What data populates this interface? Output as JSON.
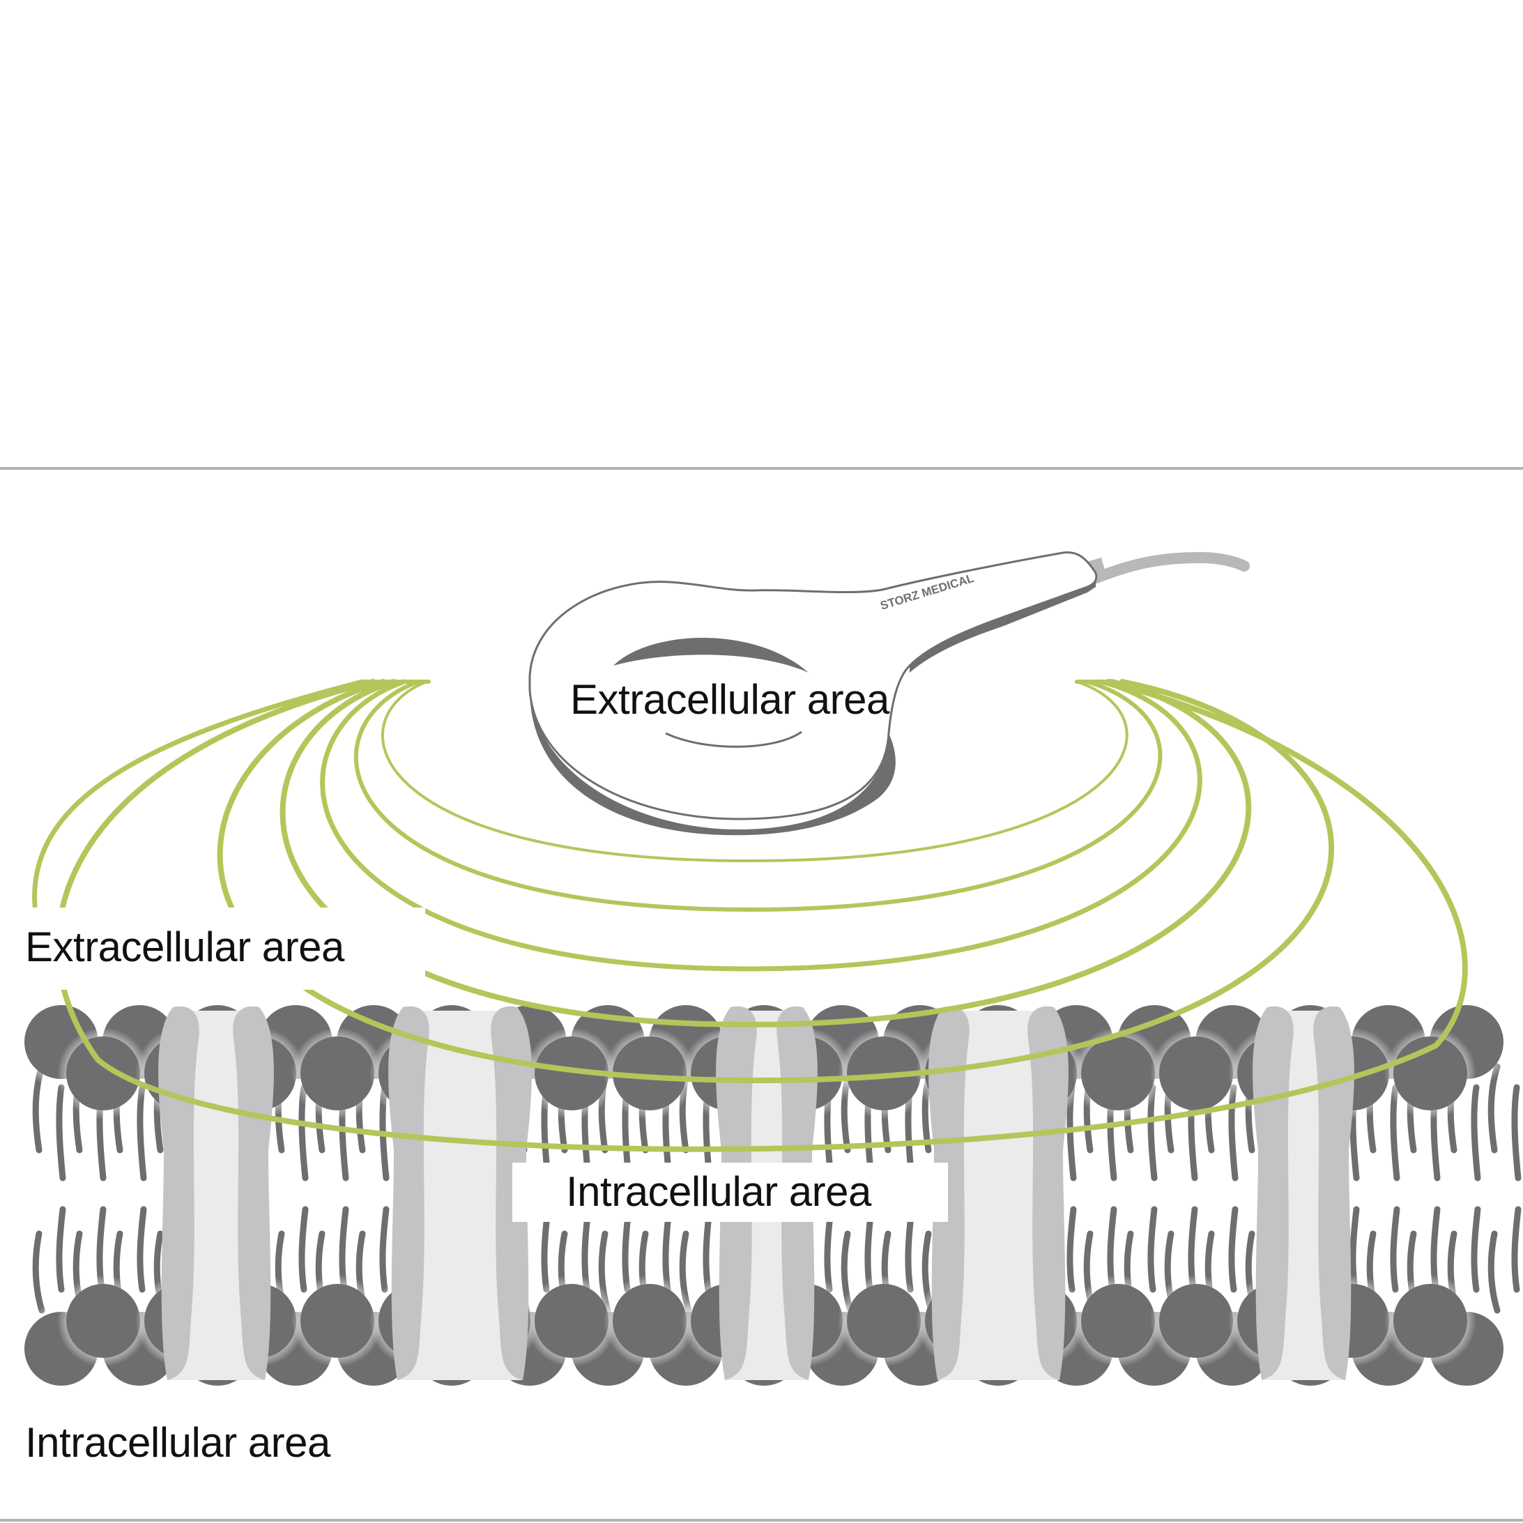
{
  "labels": {
    "device_extracellular": "Extracellular area",
    "left_extracellular": "Extracellular area",
    "center_intracellular": "Intracellular area",
    "bottom_intracellular": "Intracellular area"
  },
  "device": {
    "brand": "STORZ MEDICAL"
  },
  "colors": {
    "wave": "#b5c55a",
    "lipid_head": "#6d6e70",
    "lipid_tail": "#6d6e70",
    "protein_dark": "#c2c3c5",
    "protein_light": "#ebebeb",
    "device_shadow": "#6d6e70",
    "rule": "#b3b3b3"
  },
  "icons": {
    "device": "magnetic-transducer-icon",
    "waves": "wave-arcs",
    "membrane": "lipid-bilayer"
  }
}
